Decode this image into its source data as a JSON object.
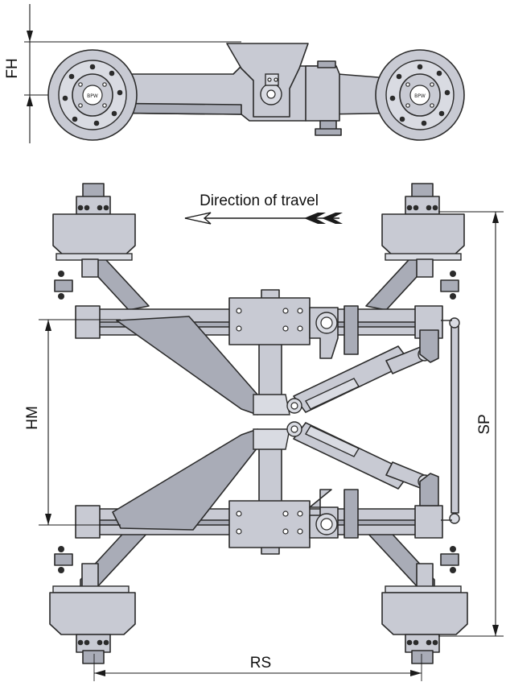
{
  "figure": {
    "direction_label": "Direction of travel",
    "dimensions": {
      "fh": "FH",
      "hm": "HM",
      "sp": "SP",
      "rs": "RS"
    },
    "colors": {
      "component_fill": "#c8cad3",
      "component_shade": "#a9acb7",
      "outline": "#2b2b2b",
      "arrow_fletching": "#1a1a1a"
    },
    "icons": [
      "hub-cap-logo-icon",
      "direction-arrow-icon"
    ]
  }
}
